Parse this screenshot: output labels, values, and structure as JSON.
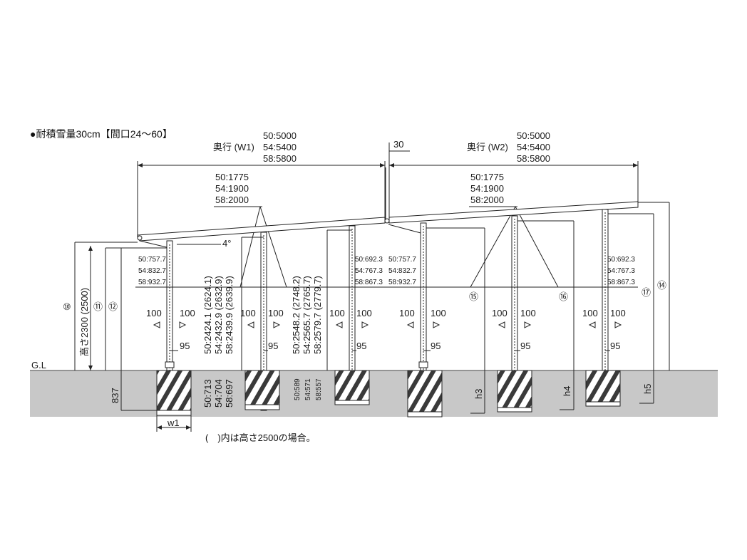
{
  "title": "●耐積雪量30cm【間口24～60】",
  "note": "(　)内は高さ2500の場合。",
  "ground_label": "G.L",
  "circled": {
    "c10": "⑩",
    "c11": "⑪",
    "c12": "⑫",
    "c14": "⑭",
    "c15": "⑮",
    "c16": "⑯",
    "c17": "⑰"
  },
  "height_label": "高さ2300 (2500)",
  "foundation_depth": "837",
  "w1_label": "w1",
  "h_labels": {
    "h3": "h3",
    "h4": "h4",
    "h5": "h5"
  },
  "angle": "4°",
  "gap": "30",
  "w1_dims": {
    "prefix": "奥行 (W1)",
    "l1": "50:5000",
    "l2": "54:5400",
    "l3": "58:5800"
  },
  "w2_dims": {
    "prefix": "奥行 (W2)",
    "l1": "50:5000",
    "l2": "54:5400",
    "l3": "58:5800"
  },
  "span_left": {
    "l1": "50:1775",
    "l2": "54:1900",
    "l3": "58:2000"
  },
  "span_right": {
    "l1": "50:1775",
    "l2": "54:1900",
    "l3": "58:2000"
  },
  "post_over_a": {
    "l1": "50:757.7",
    "l2": "54:832.7",
    "l3": "58:932.7"
  },
  "post_over_b": {
    "l1": "50:692.3",
    "l2": "54:767.3",
    "l3": "58:867.3"
  },
  "post_over_c": {
    "l1": "50:757.7",
    "l2": "54:832.7",
    "l3": "58:932.7"
  },
  "post_over_d": {
    "l1": "50:692.3",
    "l2": "54:767.3",
    "l3": "58:867.3"
  },
  "height_a": {
    "l1": "50:2424.1 (2624.1)",
    "l2": "54:2432.9 (2632.9)",
    "l3": "58:2439.9 (2639.9)"
  },
  "height_b": {
    "l1": "50:2548.2 (2748.2)",
    "l2": "54:2565.7 (2765.7)",
    "l3": "58:2579.7 (2779.7)"
  },
  "depth_a": {
    "l1": "50:713",
    "l2": "54:704",
    "l3": "58:697"
  },
  "depth_b": {
    "l1": "50:589",
    "l2": "54:571",
    "l3": "58:557"
  },
  "offset_100": "100",
  "offset_95": "95",
  "colors": {
    "line": "#2a2a2a",
    "ground": "#c8c8c8",
    "post": "#ffffff"
  }
}
